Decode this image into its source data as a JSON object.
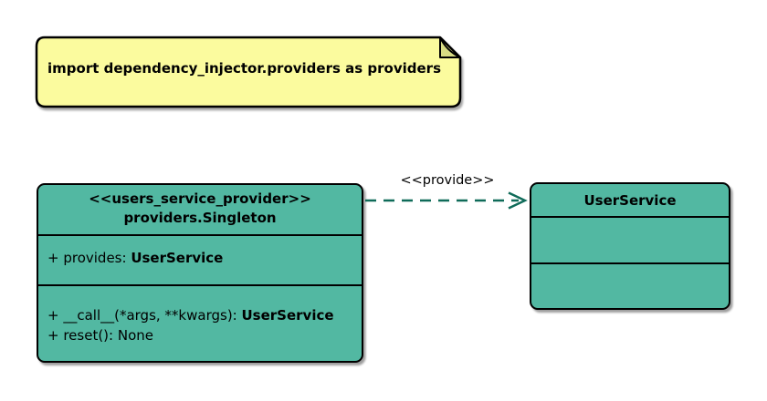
{
  "colors": {
    "background": "#FFFFFF",
    "class_fill": "#52B8A2",
    "class_border": "#000000",
    "arrow": "#0F6B59",
    "note_fill": "#FBFB9E",
    "note_fold": "#D8DC84"
  },
  "note": {
    "text": "import dependency_injector.providers as providers"
  },
  "provider_class": {
    "stereotype": "<<users_service_provider>>",
    "name": "providers.Singleton",
    "attribute_label": "+ provides: ",
    "attribute_type": "UserService",
    "method_call_label": "+ __call__(*args, **kwargs): ",
    "method_call_type": "UserService",
    "method_reset": "+ reset(): None"
  },
  "dependency": {
    "label": "<<provide>>"
  },
  "service_class": {
    "name": "UserService"
  }
}
